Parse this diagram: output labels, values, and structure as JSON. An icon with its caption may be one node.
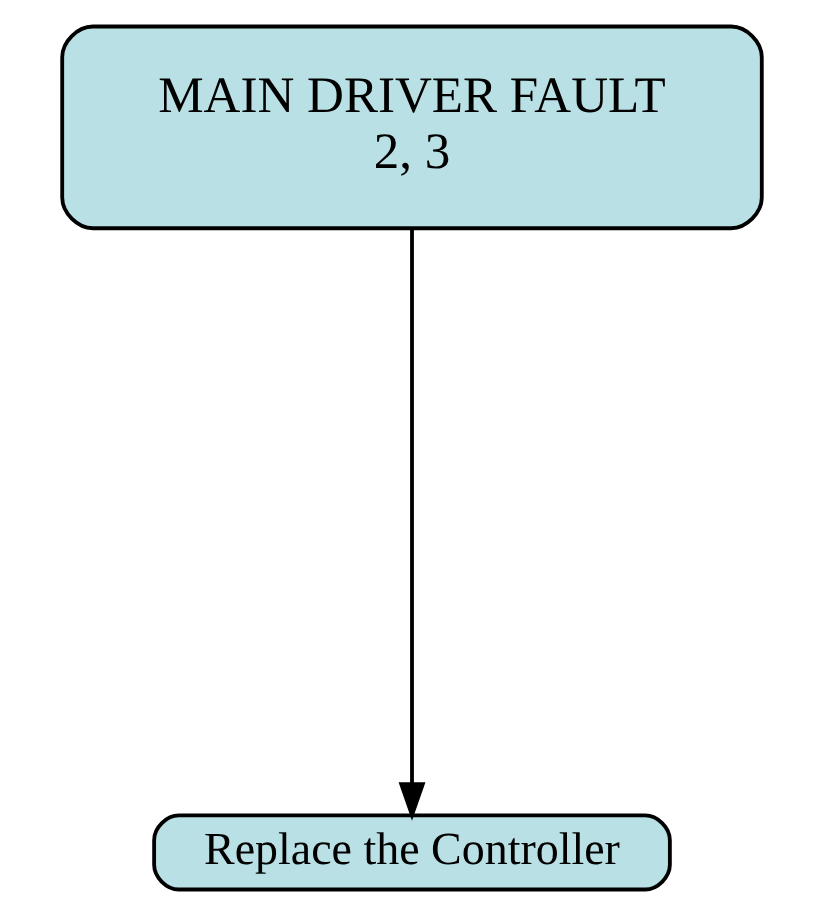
{
  "diagram": {
    "nodes": [
      {
        "text": [
          "MAIN DRIVER FAULT",
          "2, 3"
        ]
      },
      {
        "text": [
          "Replace the Controller"
        ]
      }
    ],
    "edges": [
      {
        "from": 0,
        "to": 1,
        "arrow": "to"
      }
    ]
  }
}
